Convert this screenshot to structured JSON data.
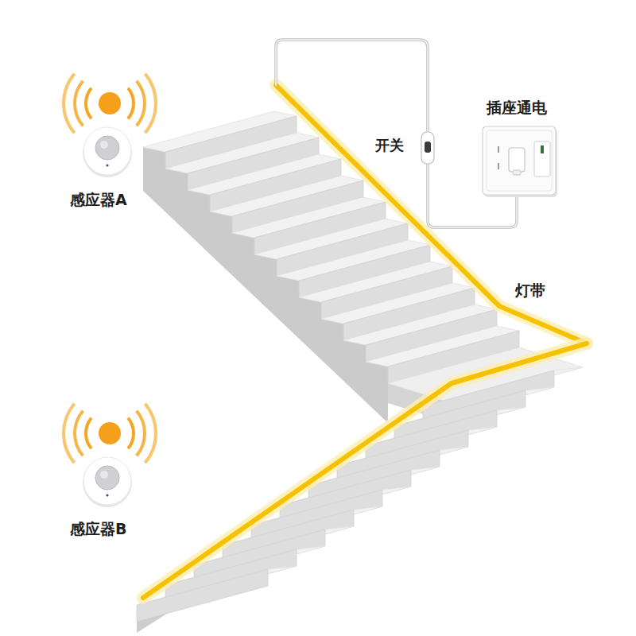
{
  "diagram": {
    "labels": [
      "感应器A",
      "开关",
      "插座通电",
      "灯带",
      "感应器B"
    ]
  }
}
